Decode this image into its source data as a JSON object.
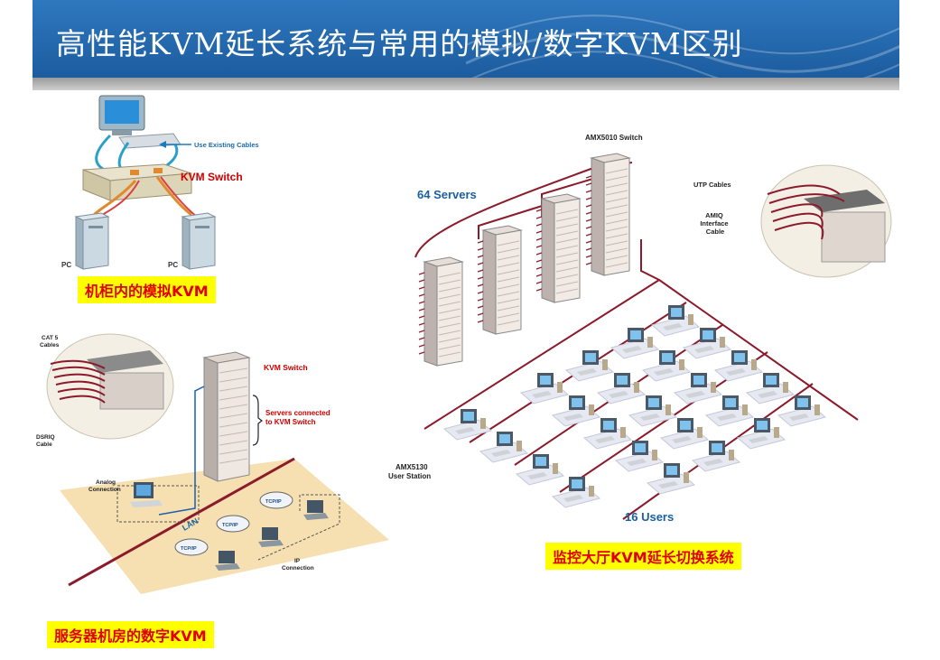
{
  "title": "高性能KVM延长系统与常用的模拟/数字KVM区别",
  "panel_analog": {
    "caption": "机柜内的模拟KVM",
    "use_existing_cables": "Use Existing Cables",
    "kvm_switch": "KVM Switch",
    "pc_left": "PC",
    "pc_right": "PC"
  },
  "panel_digital": {
    "caption": "服务器机房的数字KVM",
    "cat5_cables": "CAT 5\nCables",
    "dsriq_cable": "DSRIQ\nCable",
    "kvm_switch": "KVM Switch",
    "servers_connected": "Servers connected\nto KVM Switch",
    "analog_connection": "Analog\nConnection",
    "lan": "LAN",
    "tcpip_1": "TCP/IP",
    "tcpip_2": "TCP/IP",
    "tcpip_3": "TCP/IP",
    "ip_connection": "IP\nConnection"
  },
  "panel_extender": {
    "caption": "监控大厅KVM延长切换系统",
    "amx5010_switch": "AMX5010 Switch",
    "servers_64": "64 Servers",
    "utp_cables": "UTP Cables",
    "amiq_cable": "AMIQ\nInterface\nCable",
    "amx5130_station": "AMX5130\nUser Station",
    "users_16": "16 Users"
  },
  "colors": {
    "header": "#1c5c9f",
    "caption_bg": "#ffff00",
    "caption_text": "#e00000",
    "cable": "#8b1a2a",
    "accent_red": "#cc0000"
  }
}
